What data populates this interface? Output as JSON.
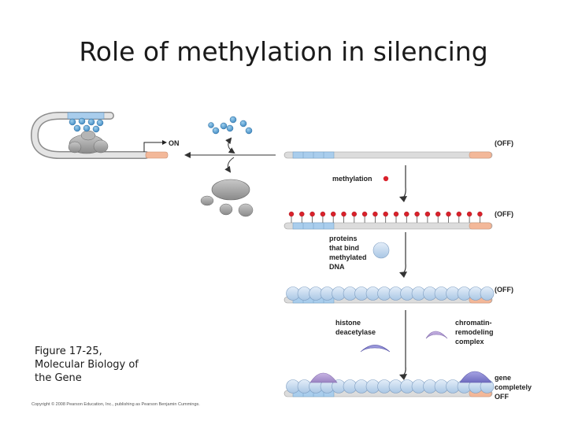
{
  "title": "Role of methylation in silencing",
  "caption": [
    "Figure 17-25,",
    "Molecular Biology of",
    "the Gene"
  ],
  "copyright": "Copyright © 2008 Pearson Education, Inc., publishing as Pearson Benjamin Cummings.",
  "labels": {
    "on": "ON",
    "off_1": "(OFF)",
    "off_2": "(OFF)",
    "off_3": "(OFF)",
    "methylation": "methylation",
    "proteins": [
      "proteins",
      "that bind",
      "methylated",
      "DNA"
    ],
    "histone": [
      "histone",
      "deacetylase"
    ],
    "chromatin": [
      "chromatin-",
      "remodeling",
      "complex"
    ],
    "gene_off": [
      "gene",
      "completely",
      "OFF"
    ]
  },
  "colors": {
    "dna_strand": "#dcdcdc",
    "dna_blue": "#a9cdec",
    "promoter": "#f3b899",
    "methyl": "#d9212b",
    "mbd_protein": "#c9dbef",
    "activator": "#a5a5a5",
    "deacetylase": "#8d8ad0",
    "remodeler": "#b39bd2"
  }
}
